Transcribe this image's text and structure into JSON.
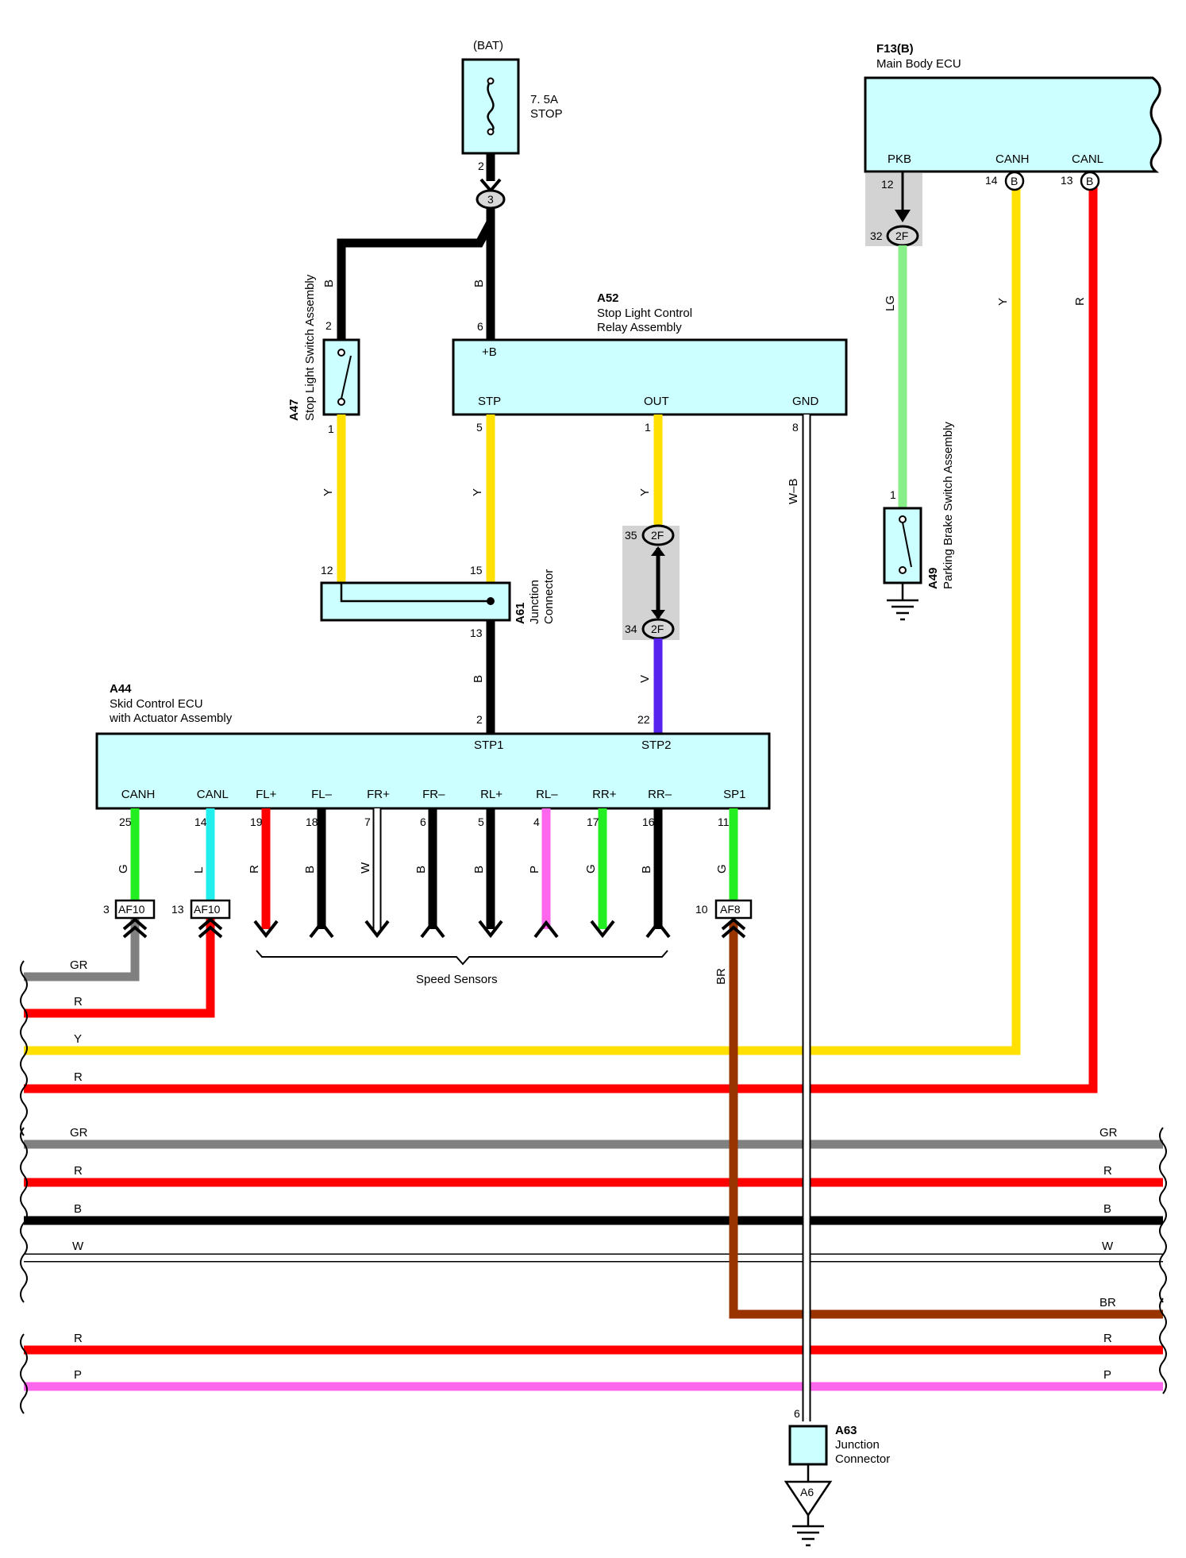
{
  "colors": {
    "Y": "#ffe000",
    "B": "#000000",
    "R": "#ff0000",
    "G": "#22ee22",
    "L": "#22eeee",
    "W": "#ffffff",
    "P": "#ff66ee",
    "V": "#5522ee",
    "LG": "#88ee88",
    "GR": "#808080",
    "BR": "#993300",
    "box": "#ccffff",
    "shade": "#d3d3d3"
  },
  "fuse": {
    "source": "(BAT)",
    "rating": "7. 5A",
    "name": "STOP",
    "pin": "2",
    "junction": "3"
  },
  "a52": {
    "id": "A52",
    "line1": "Stop Light Control",
    "line2": "Relay Assembly",
    "plusb": "+B",
    "stp": "STP",
    "out": "OUT",
    "gnd": "GND",
    "pin_plusb": "6",
    "pin_stp": "5",
    "pin_out": "1",
    "pin_gnd": "8"
  },
  "a47": {
    "id": "A47",
    "name": "Stop Light Switch Assembly",
    "pin_top": "2",
    "pin_bottom": "1"
  },
  "a61": {
    "id": "A61",
    "line1": "Junction",
    "line2": "Connector",
    "pin_left": "12",
    "pin_right": "15",
    "pin_bottom": "13"
  },
  "jc2f": {
    "code": "2F",
    "pin_top": "35",
    "pin_bottom": "34"
  },
  "f13": {
    "id": "F13(B)",
    "name": "Main Body ECU",
    "pkb": "PKB",
    "canh": "CANH",
    "canl": "CANL",
    "pin_pkb": "12",
    "pin_canh": "14",
    "pin_canl": "13",
    "tag": "B",
    "jc_pin": "32",
    "jc_code": "2F"
  },
  "a49": {
    "id": "A49",
    "name": "Parking Brake Switch Assembly",
    "pin": "1"
  },
  "a44": {
    "id": "A44",
    "line1": "Skid Control ECU",
    "line2": "with Actuator Assembly",
    "stp1": "STP1",
    "stp2": "STP2",
    "pin_stp1": "2",
    "pin_stp2": "22",
    "pins": [
      {
        "name": "CANH",
        "num": "25",
        "wire": "G"
      },
      {
        "name": "CANL",
        "num": "14",
        "wire": "L"
      },
      {
        "name": "FL+",
        "num": "19",
        "wire": "R"
      },
      {
        "name": "FL–",
        "num": "18",
        "wire": "B"
      },
      {
        "name": "FR+",
        "num": "7",
        "wire": "W"
      },
      {
        "name": "FR–",
        "num": "6",
        "wire": "B"
      },
      {
        "name": "RL+",
        "num": "5",
        "wire": "B"
      },
      {
        "name": "RL–",
        "num": "4",
        "wire": "P"
      },
      {
        "name": "RR+",
        "num": "17",
        "wire": "G"
      },
      {
        "name": "RR–",
        "num": "16",
        "wire": "B"
      },
      {
        "name": "SP1",
        "num": "11",
        "wire": "G"
      }
    ]
  },
  "af": {
    "canh": {
      "pin": "3",
      "code": "AF10"
    },
    "canl": {
      "pin": "13",
      "code": "AF10"
    },
    "sp1": {
      "pin": "10",
      "code": "AF8"
    }
  },
  "speed_sensors": "Speed Sensors",
  "a63": {
    "id": "A63",
    "line1": "Junction",
    "line2": "Connector",
    "pin": "6",
    "ground": "A6"
  },
  "wires": {
    "b1": "B",
    "b2": "B",
    "y1": "Y",
    "y2": "Y",
    "y3": "Y",
    "b3": "B",
    "v": "V",
    "wb": "W–B",
    "lg": "LG",
    "y4": "Y",
    "r4": "R",
    "br": "BR"
  },
  "bus_lines": [
    {
      "left": "GR",
      "right": ""
    },
    {
      "left": "R",
      "right": ""
    },
    {
      "left": "Y",
      "right": ""
    },
    {
      "left": "R",
      "right": ""
    },
    {
      "left": "GR",
      "right": "GR"
    },
    {
      "left": "R",
      "right": "R"
    },
    {
      "left": "B",
      "right": "B"
    },
    {
      "left": "W",
      "right": "W"
    },
    {
      "left": "",
      "right": "BR"
    },
    {
      "left": "R",
      "right": "R"
    },
    {
      "left": "P",
      "right": "P"
    }
  ]
}
